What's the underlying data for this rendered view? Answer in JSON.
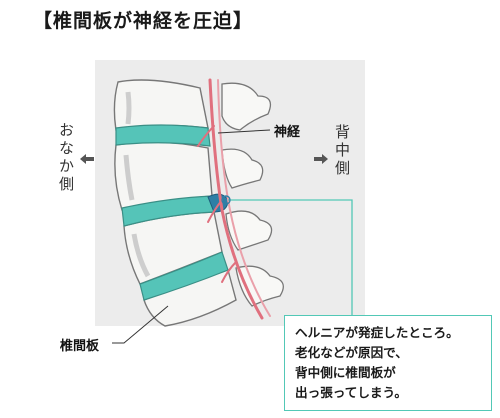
{
  "title": "【椎間板が神経を圧迫】",
  "labels": {
    "belly_side": "おなか側",
    "back_side": "背中側",
    "nerve": "神経",
    "disc": "椎間板"
  },
  "callout": {
    "lines": [
      "ヘルニアが発症したところ。",
      "老化などが原因で、",
      "背中側に椎間板が",
      "出っ張ってしまう。"
    ]
  },
  "colors": {
    "disc": "#55c4b8",
    "herniation": "#2e7fa6",
    "nerve": "#e0707e",
    "callout_border": "#52c8b6"
  }
}
